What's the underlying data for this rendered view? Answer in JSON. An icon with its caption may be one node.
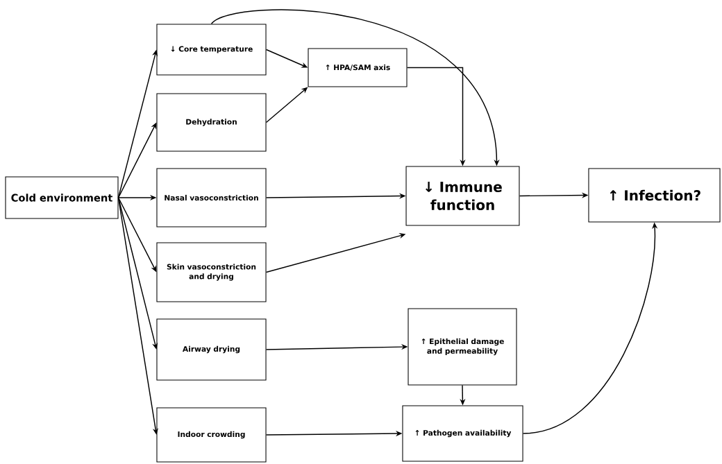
{
  "diagram": {
    "nodes": [
      {
        "text": [
          "Cold environment"
        ]
      },
      {
        "text": [
          "↓ Core temperature"
        ]
      },
      {
        "text": [
          "↑ HPA/SAM axis"
        ]
      },
      {
        "text": [
          "Dehydration"
        ]
      },
      {
        "text": [
          "Nasal vasoconstriction"
        ]
      },
      {
        "text": [
          "↓ Immune function"
        ]
      },
      {
        "text": [
          "↑ Infection?"
        ]
      },
      {
        "text": [
          "Skin vasoconstriction and drying"
        ]
      },
      {
        "text": [
          "Airway drying"
        ]
      },
      {
        "text": [
          "↑ Epithelial damage and permeability"
        ]
      },
      {
        "text": [
          "↑ Pathogen availability"
        ]
      },
      {
        "text": [
          "Indoor crowding"
        ]
      }
    ],
    "edges": [
      {
        "from": 0,
        "to": 1,
        "arrow": "to"
      },
      {
        "from": 0,
        "to": 3,
        "arrow": "to"
      },
      {
        "from": 0,
        "to": 4,
        "arrow": "to"
      },
      {
        "from": 0,
        "to": 7,
        "arrow": "to"
      },
      {
        "from": 0,
        "to": 8,
        "arrow": "to"
      },
      {
        "from": 0,
        "to": 11,
        "arrow": "to"
      },
      {
        "from": 1,
        "to": 2,
        "arrow": "to"
      },
      {
        "from": 3,
        "to": 2,
        "arrow": "to"
      },
      {
        "from": 2,
        "to": 5,
        "arrow": "to"
      },
      {
        "from": 1,
        "to": 5,
        "arrow": "to"
      },
      {
        "from": 4,
        "to": 5,
        "arrow": "to"
      },
      {
        "from": 7,
        "to": 5,
        "arrow": "to"
      },
      {
        "from": 5,
        "to": 6,
        "arrow": "to"
      },
      {
        "from": 8,
        "to": 9,
        "arrow": "to"
      },
      {
        "from": 9,
        "to": 10,
        "arrow": "to"
      },
      {
        "from": 11,
        "to": 10,
        "arrow": "to"
      },
      {
        "from": 10,
        "to": 6,
        "arrow": "to"
      }
    ]
  }
}
